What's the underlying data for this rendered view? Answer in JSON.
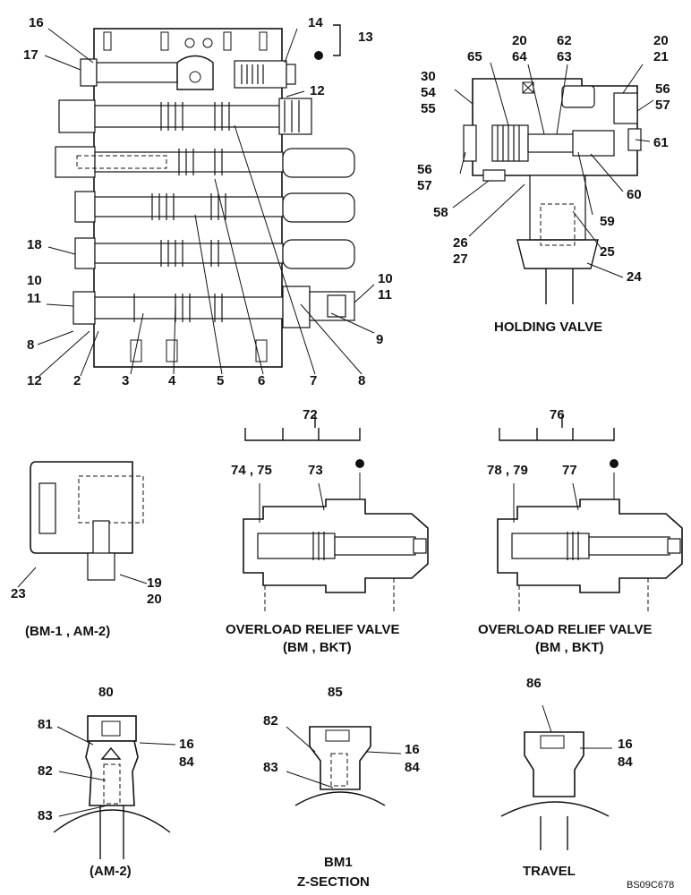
{
  "drawing_code": "BS09C678",
  "captions": {
    "holding_valve": "HOLDING  VALVE",
    "bm1_am2": "(BM-1 , AM-2)",
    "orv_1_line1": "OVERLOAD  RELIEF VALVE",
    "orv_1_line2": "(BM , BKT)",
    "orv_2_line1": "OVERLOAD  RELIEF VALVE",
    "orv_2_line2": "(BM , BKT)",
    "am2": "(AM-2)",
    "bm1_line1": "BM1",
    "bm1_line2": "Z-SECTION",
    "travel": "TRAVEL"
  },
  "main_valve_labels": {
    "l16": "16",
    "l17": "17",
    "l14": "14",
    "l13": "13",
    "l12_top": "12",
    "l18": "18",
    "l10_left": "10",
    "l11_left": "11",
    "l8_left": "8",
    "l12_bottom": "12",
    "l2": "2",
    "l3": "3",
    "l4": "4",
    "l5": "5",
    "l6": "6",
    "l7": "7",
    "l8_bottom": "8",
    "l9": "9",
    "l10_right": "10",
    "l11_right": "11"
  },
  "holding_valve_labels": {
    "l30": "30",
    "l54": "54",
    "l55": "55",
    "l65": "65",
    "l20a": "20",
    "l64": "64",
    "l62": "62",
    "l63": "63",
    "l20b": "20",
    "l21": "21",
    "l56a": "56",
    "l57a": "57",
    "l61": "61",
    "l56b": "56",
    "l57b": "57",
    "l60": "60",
    "l58": "58",
    "l59": "59",
    "l26": "26",
    "l27": "27",
    "l25": "25",
    "l24": "24"
  },
  "bm_am_labels": {
    "l23": "23",
    "l19": "19",
    "l20": "20"
  },
  "orv1_labels": {
    "l72": "72",
    "l74_75": "74 , 75",
    "l73": "73"
  },
  "orv2_labels": {
    "l76": "76",
    "l78_79": "78 , 79",
    "l77": "77"
  },
  "am2_labels": {
    "l80": "80",
    "l81": "81",
    "l16": "16",
    "l84": "84",
    "l82": "82",
    "l83": "83"
  },
  "bm1z_labels": {
    "l85": "85",
    "l82": "82",
    "l16": "16",
    "l84": "84",
    "l83": "83"
  },
  "travel_labels": {
    "l86": "86",
    "l16": "16",
    "l84": "84"
  }
}
